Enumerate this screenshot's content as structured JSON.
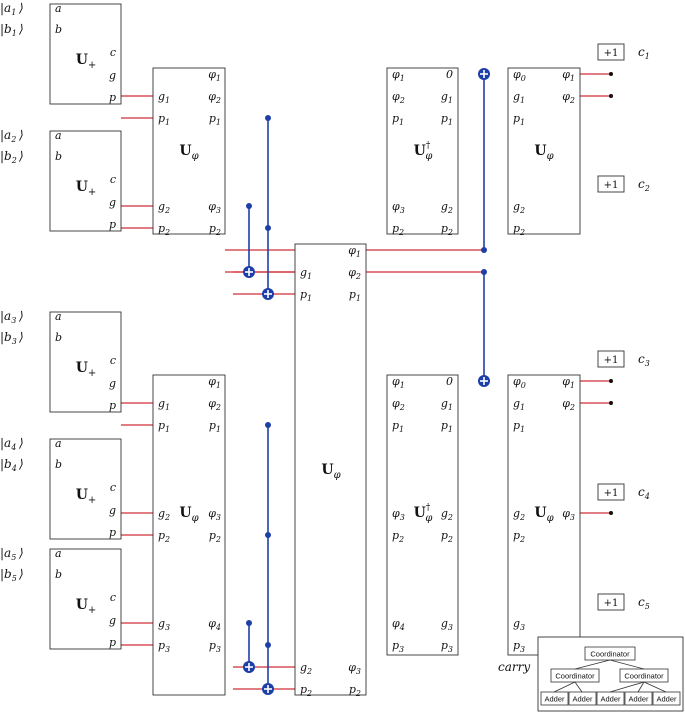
{
  "inputs": [
    {
      "a": "a",
      "ai": "1",
      "b": "b",
      "bi": "1"
    },
    {
      "a": "a",
      "ai": "2",
      "b": "b",
      "bi": "2"
    },
    {
      "a": "a",
      "ai": "3",
      "b": "b",
      "bi": "3"
    },
    {
      "a": "a",
      "ai": "4",
      "b": "b",
      "bi": "4"
    },
    {
      "a": "a",
      "ai": "5",
      "b": "b",
      "bi": "5"
    }
  ],
  "gates": {
    "uplus_main": "U",
    "uplus_sub": "+",
    "uphi_main": "U",
    "uphi_sub": "φ",
    "uphi_dag_sup": "†"
  },
  "port_labels": {
    "a": "a",
    "b": "b",
    "c": "c",
    "g": "g",
    "p": "p",
    "phi": "φ",
    "zero": "0"
  },
  "plus_one": "+1",
  "outputs": [
    {
      "c": "c",
      "i": "1"
    },
    {
      "c": "c",
      "i": "2"
    },
    {
      "c": "c",
      "i": "3"
    },
    {
      "c": "c",
      "i": "4"
    },
    {
      "c": "c",
      "i": "5"
    }
  ],
  "carry": "carry",
  "legend": {
    "root": "Coordinator",
    "children": [
      "Coordinator",
      "Coordinator"
    ],
    "leaves": [
      "Adder",
      "Adder",
      "Adder",
      "Adder",
      "Adder"
    ]
  },
  "colors": {
    "propagate_wire": "#d9505a",
    "cnot": "#1f3fa8",
    "wire": "#555555"
  }
}
